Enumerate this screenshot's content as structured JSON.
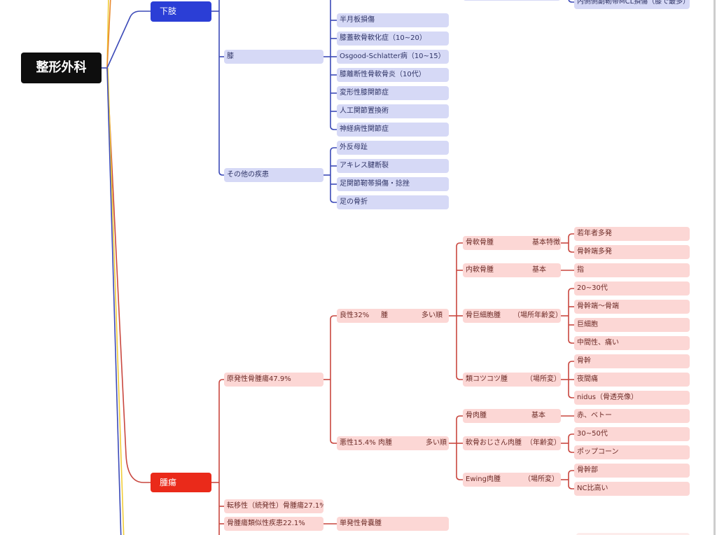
{
  "root_topic": "整形外科",
  "colors": {
    "root": "#0e0e0e",
    "lower_limb": "#2b3ed6",
    "tumor": "#ea2a1a",
    "lower_limb_line": "#3c4ab8",
    "tumor_line": "#c9473f",
    "other_line_orange": "#e8872a",
    "other_line_yellow": "#f0cc3a"
  },
  "lower_limb": {
    "label": "下肢",
    "mcl_item": "内側側副靭帯MCL損傷（膝で最多）",
    "knee": {
      "label": "膝",
      "items": [
        "半月板損傷",
        "膝蓋軟骨軟化症（10~20）",
        "Osgood-Schlatter病（10~15）",
        "膝離断性骨軟骨炎（10代）",
        "変形性膝関節症",
        "人工関節置換術",
        "神経病性関節症"
      ]
    },
    "other": {
      "label": "その他の疾患",
      "items": [
        "外反母趾",
        "アキレス腱断裂",
        "足関節靭帯損傷・捻挫",
        "足の骨折"
      ]
    }
  },
  "tumor": {
    "label": "腫瘍",
    "primary": {
      "label": "原発性骨腫瘍47.9%",
      "benign": {
        "label": "良性32%",
        "type": "腫",
        "order": "多い順",
        "items": [
          {
            "name": "骨軟骨腫",
            "note": "基本特徴",
            "features": [
              "若年者多発",
              "骨幹端多発"
            ]
          },
          {
            "name": "内軟骨腫",
            "note": "基本",
            "features": [
              "指"
            ]
          },
          {
            "name": "骨巨細胞腫",
            "note": "（場所年齢変）",
            "features": [
              "20~30代",
              "骨幹端～骨端",
              "巨細胞",
              "中間性、痛い"
            ]
          },
          {
            "name": "類コツコツ腫",
            "note": "（場所変）",
            "features": [
              "骨幹",
              "夜間痛",
              "nidus（骨透亮像）"
            ]
          }
        ]
      },
      "malignant": {
        "label": "悪性15.4%",
        "type": "肉腫",
        "order": "多い順",
        "items": [
          {
            "name": "骨肉腫",
            "note": "基本",
            "features": [
              "赤、ベトー"
            ]
          },
          {
            "name": "軟骨おじさん肉腫",
            "note": "（年齢変）",
            "features": [
              "30~50代",
              "ポップコーン"
            ]
          },
          {
            "name": "Ewing肉腫",
            "note": "（場所変）",
            "features": [
              "骨幹部",
              "NC比高い"
            ]
          }
        ]
      }
    },
    "metastatic": "転移性（続発性）骨腫瘍27.1%",
    "tumor_like": {
      "label": "骨腫瘍類似性疾患22.1%",
      "items": [
        "単発性骨嚢腫"
      ]
    }
  }
}
